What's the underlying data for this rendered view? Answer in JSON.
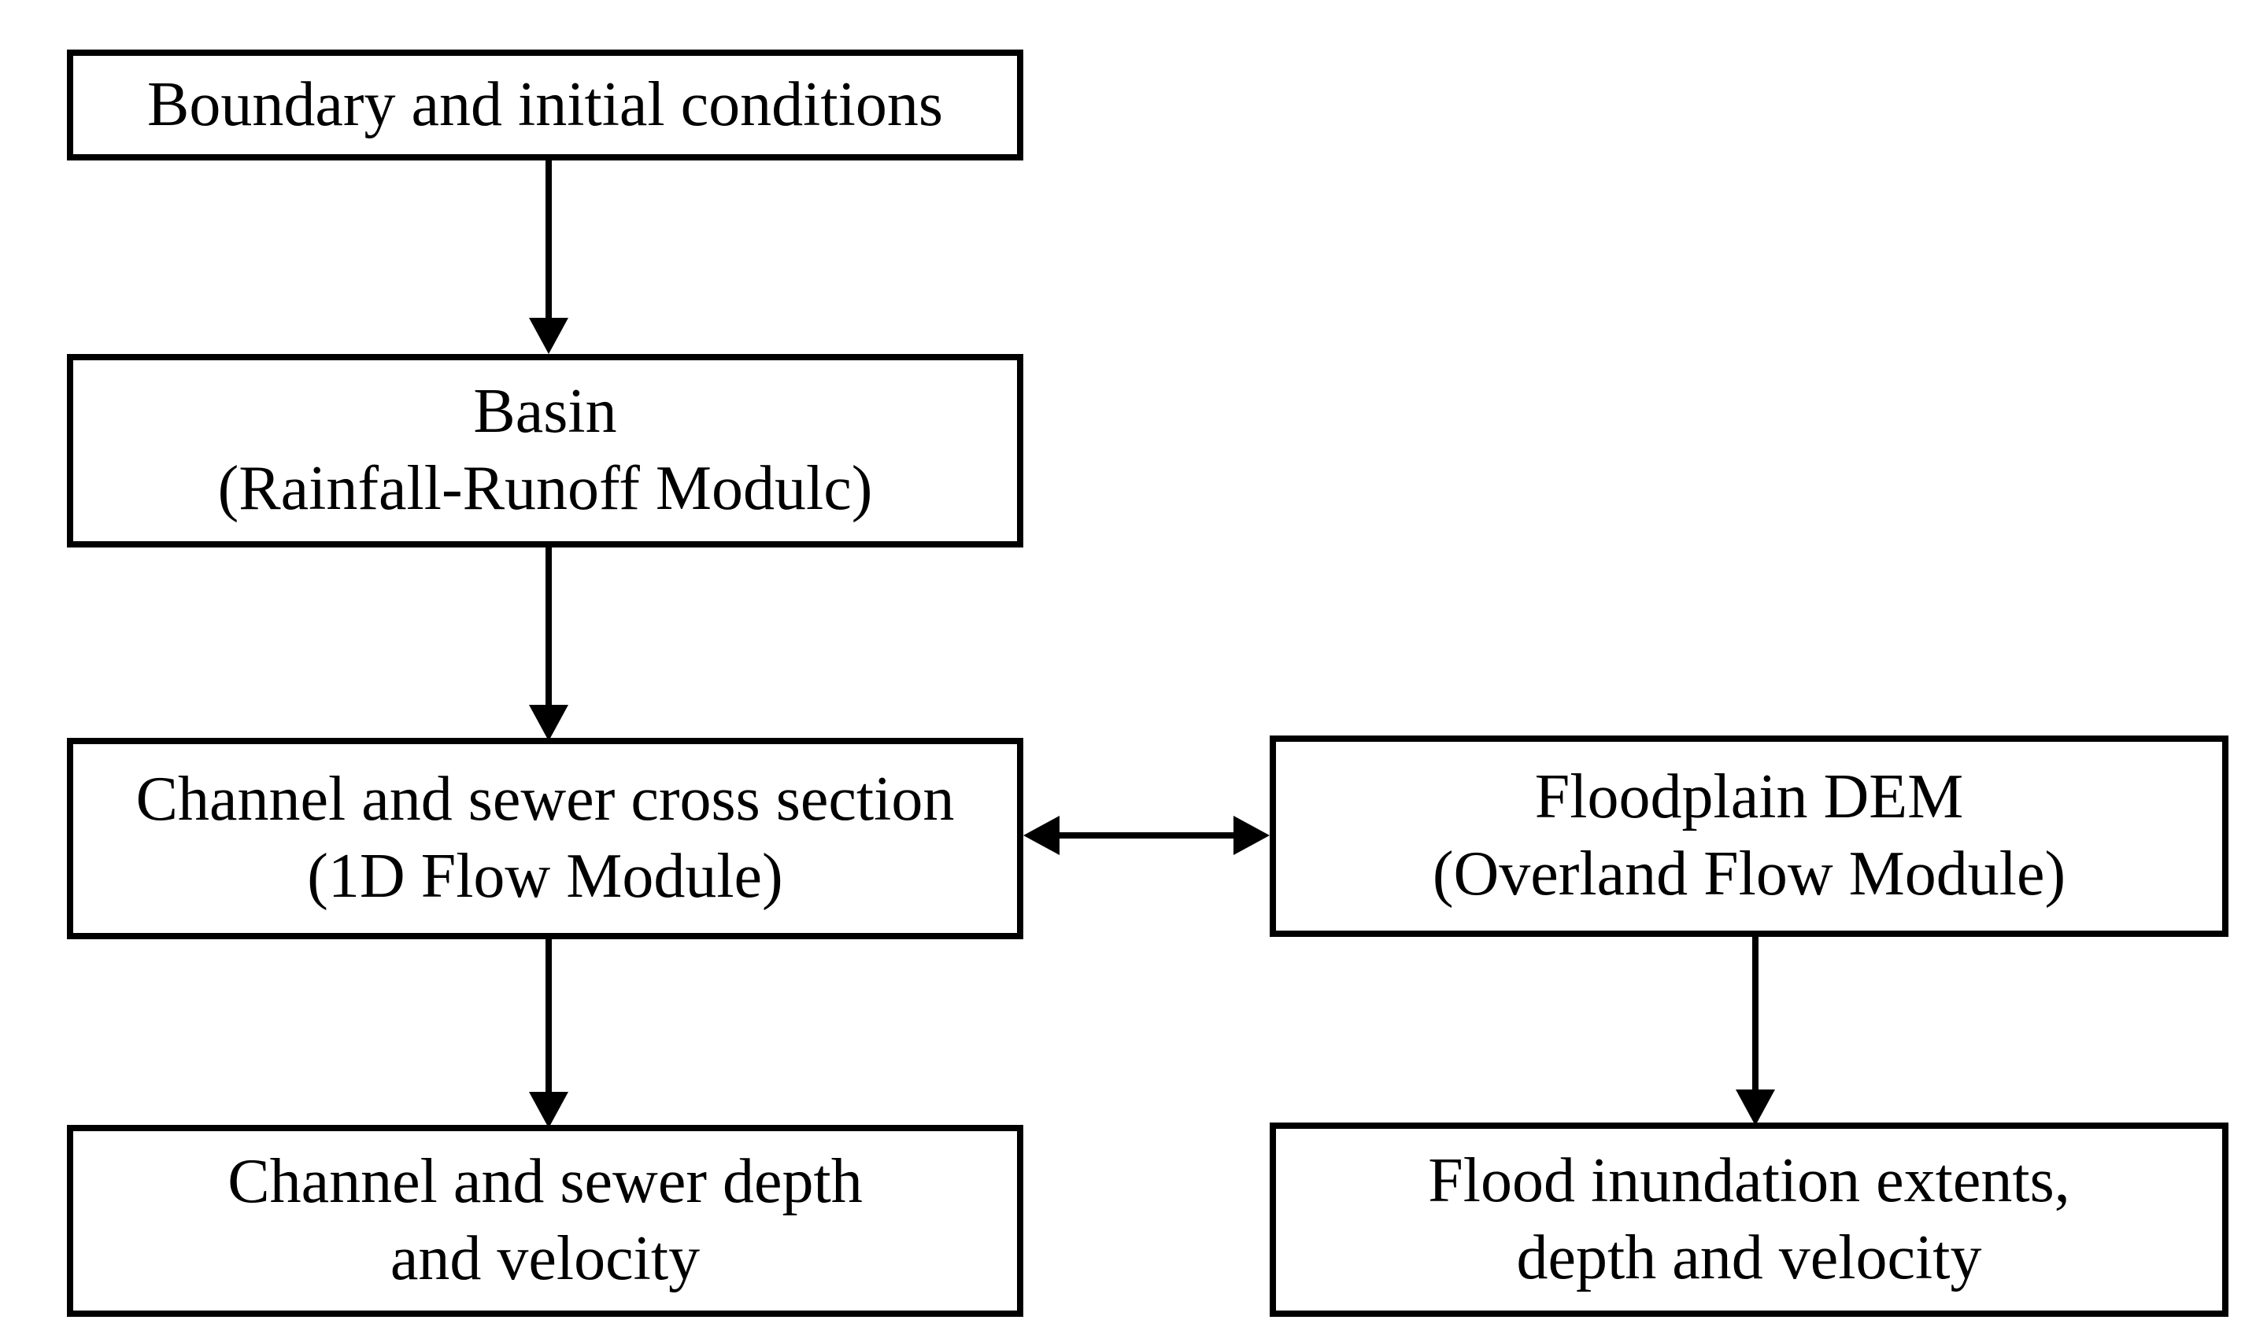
{
  "diagram": {
    "colors": {
      "background": "#ffffff",
      "box_border": "#000000",
      "text": "#000000",
      "arrow": "#000000"
    },
    "nodes": [
      {
        "id": "boundary-initial-conditions",
        "lines": [
          "Boundary and initial conditions"
        ]
      },
      {
        "id": "basin-rainfall-runoff",
        "lines": [
          "Basin",
          "(Rainfall-Runoff Modulc)"
        ]
      },
      {
        "id": "channel-sewer-cross-section",
        "lines": [
          "Channel and sewer cross section",
          "(1D Flow Module)"
        ]
      },
      {
        "id": "floodplain-dem",
        "lines": [
          "Floodplain DEM",
          "(Overland Flow Module)"
        ]
      },
      {
        "id": "channel-sewer-depth-velocity",
        "lines": [
          "Channel and sewer depth",
          "and velocity"
        ]
      },
      {
        "id": "flood-inundation-extents",
        "lines": [
          "Flood inundation extents,",
          "depth and velocity"
        ]
      }
    ],
    "edges": [
      {
        "from": "Boundary and initial conditions",
        "to": "Basin (Rainfall-Runoff Modulc)",
        "type": "arrow-down"
      },
      {
        "from": "Basin (Rainfall-Runoff Modulc)",
        "to": "Channel and sewer cross section (1D Flow Module)",
        "type": "arrow-down"
      },
      {
        "from": "Channel and sewer cross section (1D Flow Module)",
        "to": "Floodplain DEM (Overland Flow Module)",
        "type": "arrow-double-horizontal"
      },
      {
        "from": "Channel and sewer cross section (1D Flow Module)",
        "to": "Channel and sewer depth and velocity",
        "type": "arrow-down"
      },
      {
        "from": "Floodplain DEM (Overland Flow Module)",
        "to": "Flood inundation extents, depth and velocity",
        "type": "arrow-down"
      }
    ]
  }
}
